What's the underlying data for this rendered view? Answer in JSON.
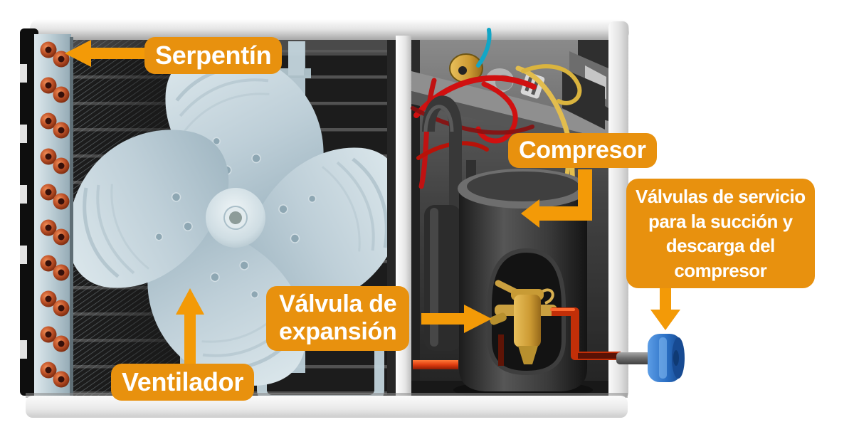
{
  "labels": {
    "serpentin": "Serpentín",
    "ventilador": "Ventilador",
    "valvula_expansion": "Válvula de\nexpansión",
    "compresor": "Compresor",
    "valvulas_servicio": "Válvulas de servicio\npara la succión y\ndescarga del\ncompresor"
  },
  "arrows": {
    "serpentin_direction": "left",
    "ventilador_direction": "up",
    "valvula_expansion_direction": "right",
    "compresor_direction": "down-then-left",
    "valvulas_servicio_direction": "down"
  },
  "colors": {
    "background": "#FFFFFF",
    "label_bg": "#E8910E",
    "label_text": "#FFFFFF",
    "arrow": "#F39A07",
    "coil_copper": "#B24E28",
    "fan_blade": "#C7D8DF",
    "service_valve_blue": "#2B74CE",
    "refrigerant_pipe_red": "#C22F08",
    "wire_red": "#D01010",
    "wire_yellow": "#E2BD4E",
    "wire_cyan": "#12A6C6"
  }
}
